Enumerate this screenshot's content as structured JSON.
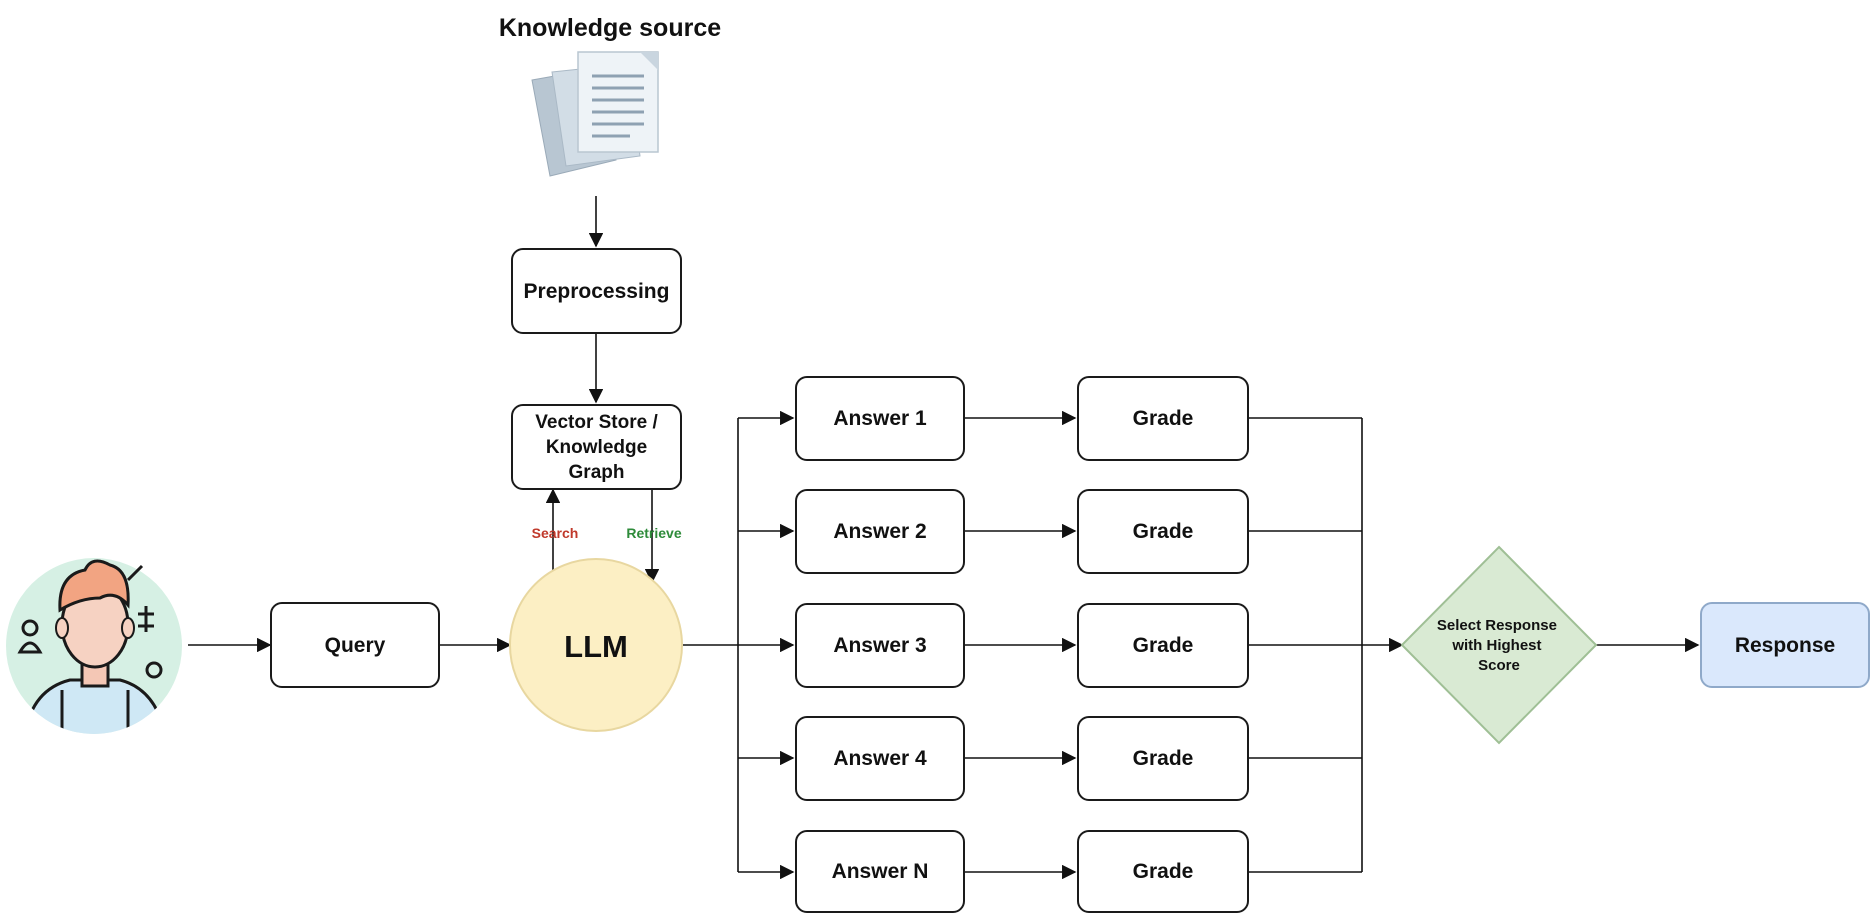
{
  "title": "Knowledge source",
  "nodes": {
    "preprocessing": "Preprocessing",
    "vector_store": [
      "Vector Store /",
      "Knowledge",
      "Graph"
    ],
    "query": "Query",
    "llm": "LLM",
    "answers": [
      "Answer 1",
      "Answer 2",
      "Answer 3",
      "Answer 4",
      "Answer N"
    ],
    "grade": "Grade",
    "select": [
      "Select Response",
      "with  Highest",
      "Score"
    ],
    "response": "Response"
  },
  "edge_labels": {
    "search": "Search",
    "retrieve": "Retrieve"
  },
  "colors": {
    "llm_fill": "#fcefc4",
    "llm_stroke": "#e8d7a0",
    "select_fill": "#d9ead3",
    "select_stroke": "#9fbf95",
    "response_fill": "#dae8fc",
    "response_stroke": "#8fa9c9",
    "search_text": "#c0392b",
    "retrieve_text": "#2e8b3a",
    "avatar_bg": "#d6f0e4"
  },
  "icons": {
    "knowledge": "documents-icon",
    "user": "user-avatar-icon"
  }
}
